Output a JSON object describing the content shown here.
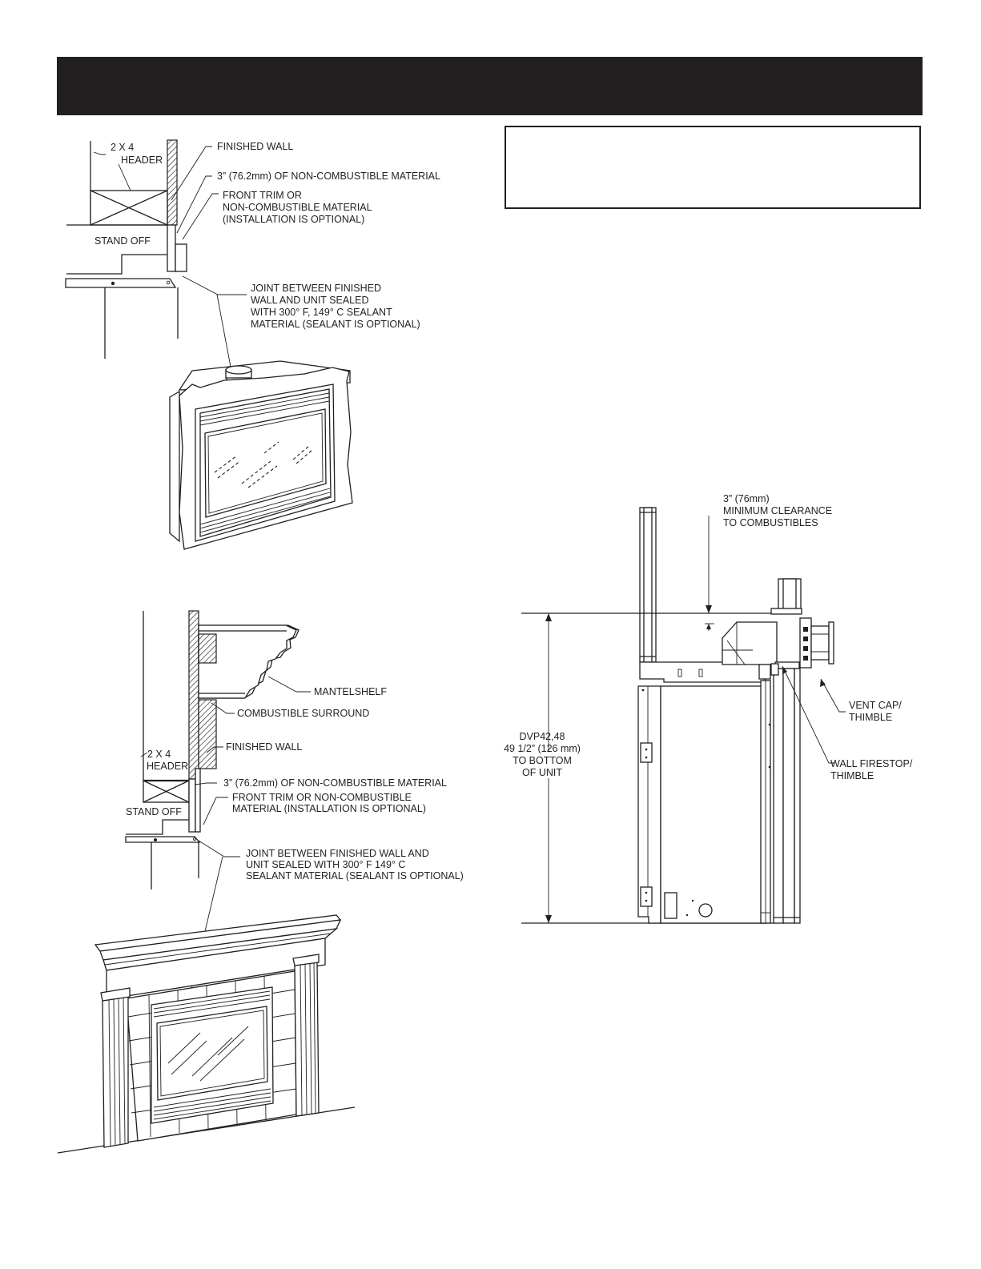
{
  "labels": {
    "top_header": [
      "2 X 4",
      "HEADER"
    ],
    "top_finished_wall": "FINISHED WALL",
    "top_noncomb": "3” (76.2mm) OF NON-COMBUSTIBLE MATERIAL",
    "top_front_trim": [
      "FRONT TRIM OR",
      "NON-COMBUSTIBLE MATERIAL",
      "(INSTALLATION IS OPTIONAL)"
    ],
    "top_standoff": "STAND OFF",
    "top_joint": [
      "JOINT BETWEEN FINISHED",
      "WALL AND UNIT SEALED",
      "WITH 300° F, 149° C SEALANT",
      "MATERIAL (SEALANT IS OPTIONAL)"
    ],
    "bot_mantelshelf": "MANTELSHELF",
    "bot_comb_surround": "COMBUSTIBLE SURROUND",
    "bot_finished_wall": "FINISHED WALL",
    "bot_header": [
      "2 X 4",
      "HEADER"
    ],
    "bot_noncomb": "3” (76.2mm) OF NON-COMBUSTIBLE MATERIAL",
    "bot_standoff": "STAND OFF",
    "bot_front_trim": [
      "FRONT TRIM OR NON-COMBUSTIBLE",
      "MATERIAL (INSTALLATION IS OPTIONAL)"
    ],
    "bot_joint": [
      "JOINT BETWEEN FINISHED WALL AND",
      "UNIT SEALED WITH 300° F 149° C",
      "SEALANT MATERIAL (SEALANT IS OPTIONAL)"
    ],
    "right_clearance": [
      "3” (76mm)",
      "MINIMUM CLEARANCE",
      "TO COMBUSTIBLES"
    ],
    "right_vent_cap": [
      "VENT CAP/",
      "THIMBLE"
    ],
    "right_firestop": [
      "WALL FIRESTOP/",
      "THIMBLE"
    ],
    "right_dimension": [
      "DVP42,48",
      "49 1/2” (126 mm)",
      "TO BOTTOM",
      "OF UNIT"
    ]
  }
}
